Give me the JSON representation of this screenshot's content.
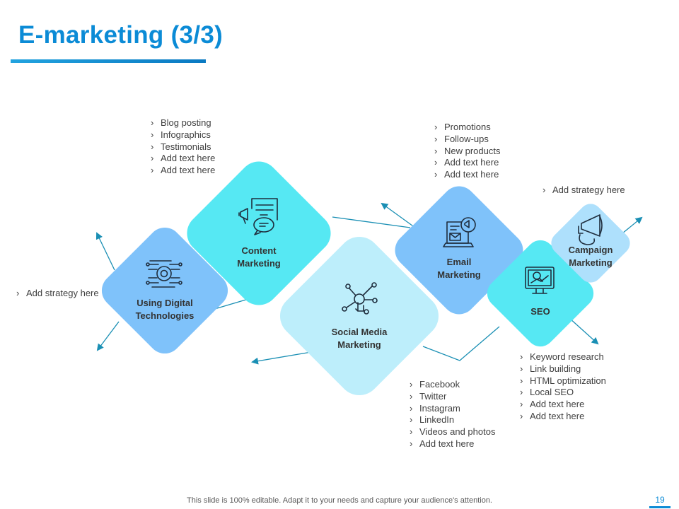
{
  "slide": {
    "title": "E-marketing (3/3)",
    "footer": "This slide is 100% editable. Adapt it to your needs and capture your audience's attention.",
    "page_number": "19"
  },
  "colors": {
    "title": "#0b8bd6",
    "arrow": "#1a8fb4",
    "node_blue": "#7fc2fa",
    "node_cyan": "#56e8f3",
    "node_pale": "#bdeefb",
    "node_light": "#aee0fc"
  },
  "nodes": {
    "digital": {
      "label": "Using Digital Technologies",
      "icon": "circuit-chip-icon",
      "bullets": [
        "Add strategy here"
      ]
    },
    "content": {
      "label": "Content Marketing",
      "icon": "document-megaphone-icon",
      "bullets": [
        "Blog posting",
        "Infographics",
        "Testimonials",
        "Add text here",
        "Add text here"
      ]
    },
    "social": {
      "label": "Social Media Marketing",
      "icon": "network-hand-icon",
      "bullets": [
        "Facebook",
        "Twitter",
        "Instagram",
        "LinkedIn",
        "Videos and photos",
        "Add text here"
      ]
    },
    "email": {
      "label": "Email Marketing",
      "icon": "laptop-email-icon",
      "bullets": [
        "Promotions",
        "Follow-ups",
        "New products",
        "Add text here",
        "Add text here"
      ]
    },
    "seo": {
      "label": "SEO",
      "icon": "monitor-search-icon",
      "bullets": [
        "Keyword research",
        "Link building",
        "HTML optimization",
        "Local SEO",
        "Add text here",
        "Add text here"
      ]
    },
    "campaign": {
      "label": "Campaign Marketing",
      "icon": "megaphone-hand-icon",
      "bullets": [
        "Add strategy here"
      ]
    }
  }
}
